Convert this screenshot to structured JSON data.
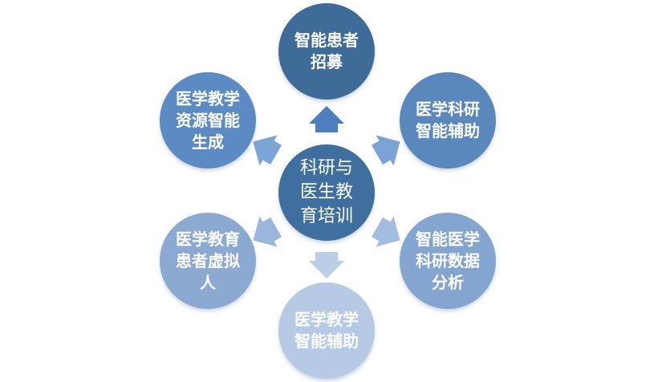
{
  "center": {
    "label": "科研与\n医生教\n育培训",
    "color": "#3f6f9e"
  },
  "nodes": [
    {
      "id": "top",
      "label": "智能患者\n招募",
      "color": "#3f6b98"
    },
    {
      "id": "upper-right",
      "label": "医学科研\n智能辅助",
      "color": "#5a88bd"
    },
    {
      "id": "lower-right",
      "label": "智能医学\n科研数据\n分析",
      "color": "#84a5cf"
    },
    {
      "id": "bottom",
      "label": "医学教学\n智能辅助",
      "color": "#b6cae5"
    },
    {
      "id": "lower-left",
      "label": "医学教育\n患者虚拟\n人",
      "color": "#8caad1"
    },
    {
      "id": "upper-left",
      "label": "医学教学\n资源智能\n生成",
      "color": "#5b8bc2"
    }
  ],
  "arrow_colors": {
    "top": "#4d7fbf",
    "upper-right": "#7ca3d6",
    "lower-right": "#a2bde0",
    "bottom": "#bacee8",
    "lower-left": "#9ab6dc",
    "upper-left": "#7ca4d6"
  }
}
